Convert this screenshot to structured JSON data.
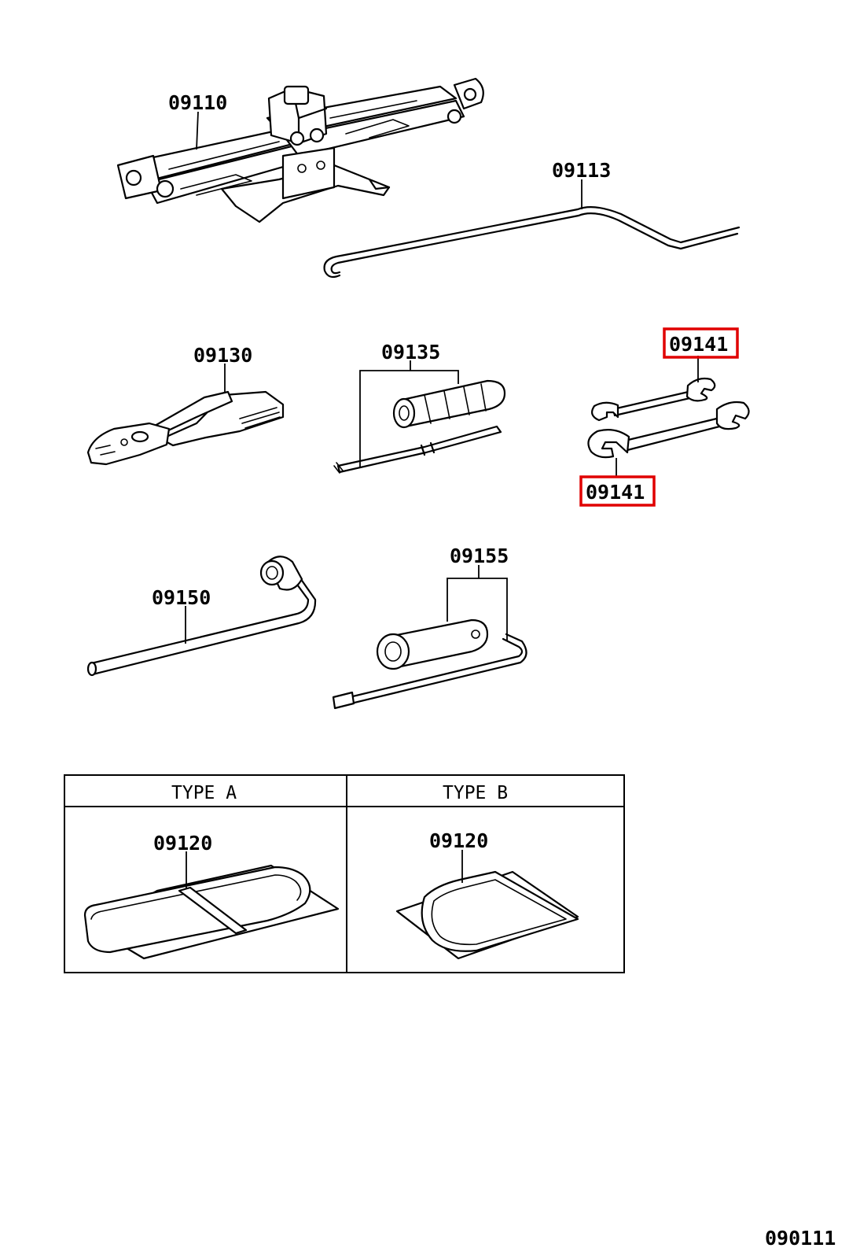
{
  "highlight_color": "#e00000",
  "ink_color": "#000000",
  "parts": {
    "jack": {
      "label": "09110",
      "icon": "scissor-jack-icon"
    },
    "jack_handle": {
      "label": "09113",
      "icon": "jack-handle-rod-icon"
    },
    "pliers": {
      "label": "09130",
      "icon": "pliers-icon"
    },
    "screwdriver": {
      "label": "09135",
      "icon": "screwdriver-icon"
    },
    "wrench_top": {
      "label": "09141",
      "icon": "open-end-wrench-icon",
      "highlighted": true
    },
    "wrench_bottom": {
      "label": "09141",
      "icon": "open-end-wrench-icon",
      "highlighted": true
    },
    "lug_wrench": {
      "label": "09150",
      "icon": "lug-wrench-icon"
    },
    "plug_wrench": {
      "label": "09155",
      "icon": "spark-plug-wrench-icon"
    }
  },
  "tool_bag_table": {
    "columns": [
      {
        "header": "TYPE  A",
        "part_label": "09120",
        "icon": "tool-bag-type-a-icon"
      },
      {
        "header": "TYPE  B",
        "part_label": "09120",
        "icon": "tool-bag-type-b-icon"
      }
    ]
  },
  "diagram_id": "090111"
}
